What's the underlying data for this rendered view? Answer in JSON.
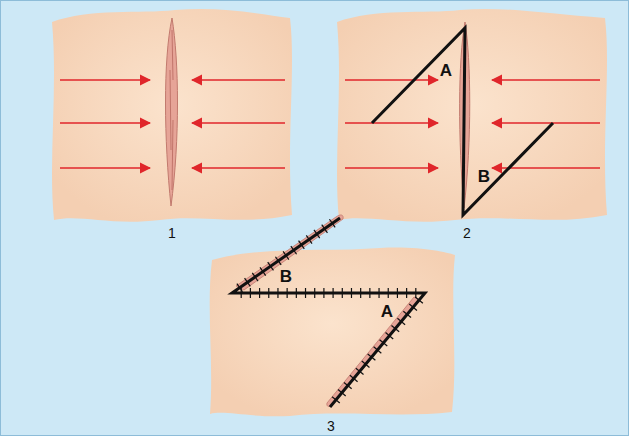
{
  "diagram": {
    "labels": [
      "1",
      "A",
      "B",
      "2",
      "B",
      "A",
      "3"
    ]
  }
}
